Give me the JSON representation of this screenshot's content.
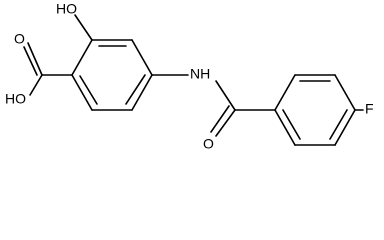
{
  "diagram": {
    "type": "chemical-structure",
    "atom_labels": {
      "hydroxyl": "HO",
      "acid_hydroxyl": "HO",
      "acid_carbonyl_oxygen": "O",
      "amide_nitrogen": "NH",
      "amide_carbonyl_oxygen": "O",
      "fluorine": "F"
    }
  }
}
